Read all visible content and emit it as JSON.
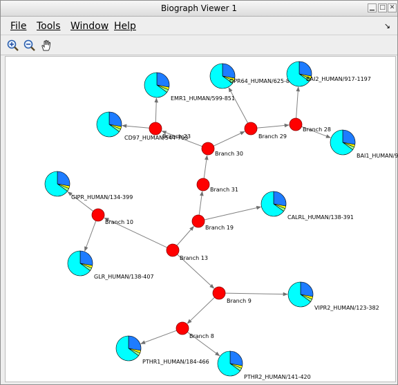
{
  "window": {
    "title": "Biograph Viewer 1"
  },
  "menu": {
    "file": "File",
    "tools": "Tools",
    "window": "Window",
    "help": "Help"
  },
  "toolbar": {
    "zoom_in": "zoom-in-icon",
    "zoom_out": "zoom-out-icon",
    "pan": "hand-icon"
  },
  "colors": {
    "branch": "#ff0000",
    "edge": "#808080",
    "pie_cyan": "#00ffff",
    "pie_blue": "#1e7cff",
    "pie_yellow": "#ffff00",
    "pie_green": "#99ff99"
  },
  "graph": {
    "branches": [
      {
        "id": "b23",
        "label": "Branch 23"
      },
      {
        "id": "b30",
        "label": "Branch 30"
      },
      {
        "id": "b29",
        "label": "Branch 29"
      },
      {
        "id": "b28",
        "label": "Branch 28"
      },
      {
        "id": "b31",
        "label": "Branch 31"
      },
      {
        "id": "b19",
        "label": "Branch 19"
      },
      {
        "id": "b10",
        "label": "Branch 10"
      },
      {
        "id": "b13",
        "label": "Branch 13"
      },
      {
        "id": "b9",
        "label": "Branch 9"
      },
      {
        "id": "b8",
        "label": "Branch 8"
      }
    ],
    "leaves": [
      {
        "id": "emr1",
        "label": "EMR1_HUMAN/599-851"
      },
      {
        "id": "cd97",
        "label": "CD97_HUMAN/544-793"
      },
      {
        "id": "gpr64",
        "label": "GPR64_HUMAN/625-886"
      },
      {
        "id": "bai2",
        "label": "BAI2_HUMAN/917-1197"
      },
      {
        "id": "bai1",
        "label": "BAI1_HUMAN/9"
      },
      {
        "id": "gipr",
        "label": "GIPR_HUMAN/134-399"
      },
      {
        "id": "calrl",
        "label": "CALRL_HUMAN/138-391"
      },
      {
        "id": "glr",
        "label": "GLR_HUMAN/138-407"
      },
      {
        "id": "vipr2",
        "label": "VIPR2_HUMAN/123-382"
      },
      {
        "id": "pthr1",
        "label": "PTHR1_HUMAN/184-466"
      },
      {
        "id": "pthr2",
        "label": "PTHR2_HUMAN/141-420"
      }
    ]
  }
}
